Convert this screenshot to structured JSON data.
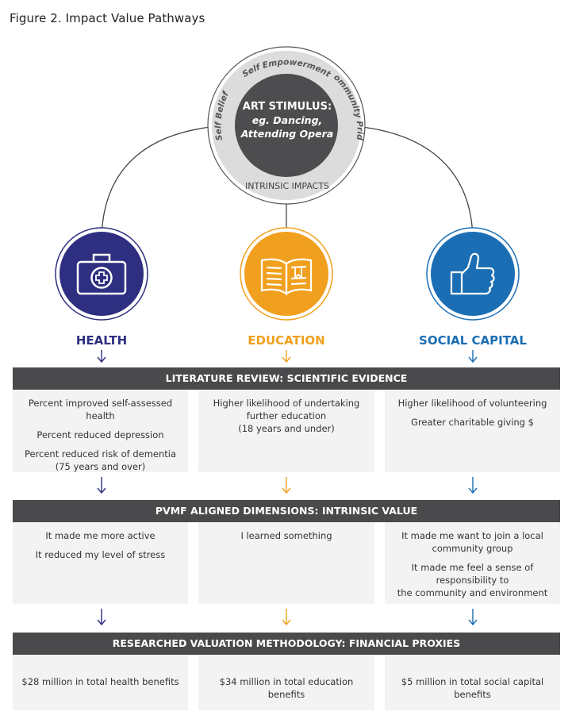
{
  "figure_title": "Figure 2. Impact Value Pathways",
  "center": {
    "title": "ART STIMULUS:",
    "subtitle_line1": "eg. Dancing,",
    "subtitle_line2": "Attending Opera",
    "ring_labels": {
      "top": "Self Empowerment",
      "right": "Community Pride",
      "left": "Self Belief",
      "bottom": "INTRINSIC IMPACTS"
    }
  },
  "categories": [
    {
      "label": "HEALTH",
      "icon": "medical-kit-icon",
      "color": "#2e2f80"
    },
    {
      "label": "EDUCATION",
      "icon": "open-book-icon",
      "color": "#f0a01e"
    },
    {
      "label": "SOCIAL CAPITAL",
      "icon": "thumbs-up-icon",
      "color": "#1c6eb4"
    }
  ],
  "bands": {
    "literature": "LITERATURE REVIEW: SCIENTIFIC EVIDENCE",
    "pvmf": "PVMF ALIGNED DIMENSIONS: INTRINSIC VALUE",
    "valuation": "RESEARCHED VALUATION METHODOLOGY: FINANCIAL PROXIES"
  },
  "literature": {
    "health": [
      "Percent improved self-assessed health",
      "Percent reduced depression",
      "Percent reduced risk of dementia",
      "(75 years and over)"
    ],
    "education": [
      "Higher likelihood of undertaking",
      "further education",
      "(18 years and under)"
    ],
    "social": [
      "Higher likelihood of volunteering",
      "Greater charitable giving $"
    ]
  },
  "pvmf": {
    "health": [
      "It made me more active",
      "It reduced my level of stress"
    ],
    "education": [
      "I learned something"
    ],
    "social": [
      "It made me want to join a local",
      "community group",
      "It made me feel a sense of responsibility to",
      "the community and environment"
    ]
  },
  "valuation": {
    "health": "$28 million in total health benefits",
    "education": "$34 million in total education benefits",
    "social": "$5 million in total social capital benefits"
  }
}
